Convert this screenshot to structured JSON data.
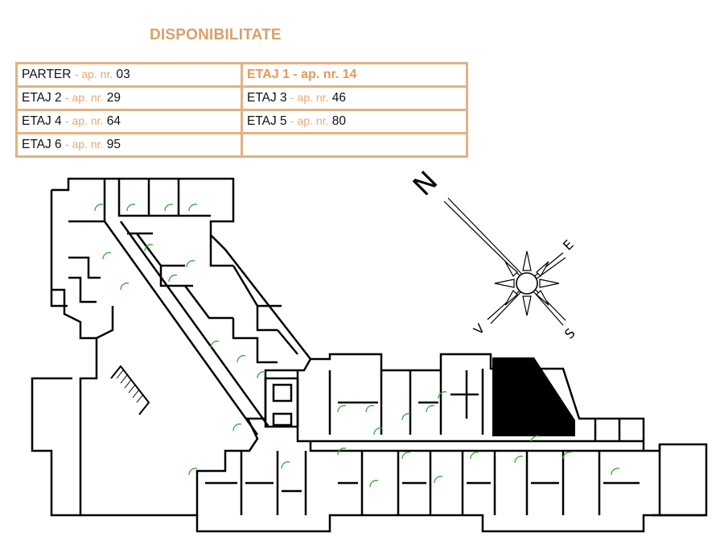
{
  "title": "DISPONIBILITATE",
  "availability": {
    "rows": [
      [
        {
          "level": "PARTER",
          "ap": "- ap. nr.",
          "num": "03",
          "highlight": false
        },
        {
          "level": "ETAJ 1",
          "ap": "- ap. nr.",
          "num": "14",
          "highlight": true
        }
      ],
      [
        {
          "level": "ETAJ  2",
          "ap": "- ap. nr.",
          "num": "29",
          "highlight": false
        },
        {
          "level": "ETAJ 3",
          "ap": "- ap. nr.",
          "num": "46",
          "highlight": false
        }
      ],
      [
        {
          "level": "ETAJ  4",
          "ap": "- ap. nr.",
          "num": "64",
          "highlight": false
        },
        {
          "level": "ETAJ 5",
          "ap": "- ap. nr.",
          "num": "80",
          "highlight": false
        }
      ],
      [
        {
          "level": "ETAJ  6",
          "ap": "- ap. nr.",
          "num": "95",
          "highlight": false
        },
        {
          "level": "",
          "ap": "",
          "num": "",
          "highlight": false
        }
      ]
    ]
  },
  "compass": {
    "north": "N",
    "east": "E",
    "south": "S",
    "west": "V"
  },
  "colors": {
    "title": "#d9a06a",
    "border": "#e2b282",
    "ap_text": "#e8a870",
    "highlight": "#e49a55",
    "door": "#3aa83a"
  }
}
